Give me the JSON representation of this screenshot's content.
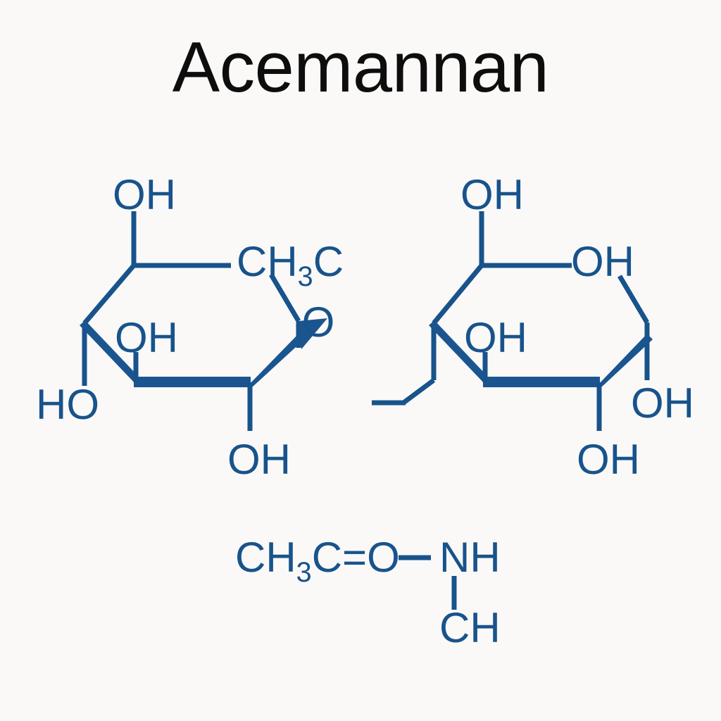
{
  "page": {
    "background_color": "#faf9f8",
    "title": "Acemannan",
    "title_color": "#0d0d0d",
    "structure_color": "#18538b",
    "kind": "chemical-structure-diagram"
  },
  "chart_data": {
    "type": "diagram",
    "title": "Acemannan",
    "subtype": "skeletal-chemical-structure",
    "notation": "Haworth projection pyranose rings",
    "fragments": [
      {
        "id": "left-ring",
        "name": "left-pyranose-ring",
        "substituents": [
          "OH",
          "CH3C",
          "O",
          "OH",
          "HO",
          "OH"
        ]
      },
      {
        "id": "right-ring",
        "name": "right-pyranose-ring",
        "substituents": [
          "OH",
          "OH",
          "OH",
          "OH",
          "OH"
        ]
      },
      {
        "id": "acetamido-fragment",
        "name": "acetamido-group",
        "substituents": [
          "CH3C",
          "O",
          "NH",
          "CH"
        ]
      }
    ]
  },
  "structure": {
    "left_ring": {
      "label_top_oh": "OH",
      "label_ch3c": "CH",
      "label_ch3c_sub": "3",
      "label_ch3c_tail": "C",
      "label_ring_o": "O",
      "label_mid_oh": "OH",
      "label_ho": "HO",
      "label_bottom_oh": "OH"
    },
    "right_ring": {
      "label_top_oh": "OH",
      "label_right_oh": "OH",
      "label_mid_oh": "OH",
      "label_lower_right_oh": "OH",
      "label_bottom_oh": "OH"
    },
    "acetamido": {
      "label_ch3": "CH",
      "label_ch3_sub": "3",
      "label_c": "C",
      "label_eq": "=",
      "label_o": "O",
      "label_nh": "NH",
      "label_ch": "CH"
    }
  }
}
